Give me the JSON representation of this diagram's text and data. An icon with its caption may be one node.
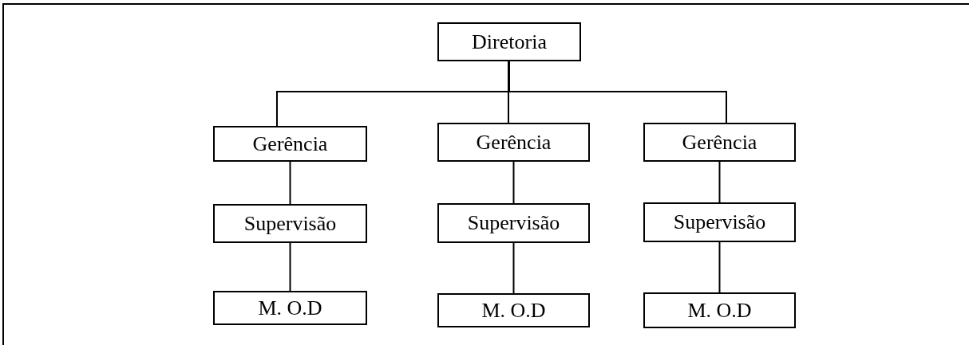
{
  "diagram": {
    "nodes": [
      {
        "text": [
          "Diretoria"
        ]
      },
      {
        "text": [
          "Gerência"
        ]
      },
      {
        "text": [
          "Gerência"
        ]
      },
      {
        "text": [
          "Gerência"
        ]
      },
      {
        "text": [
          "Supervisão"
        ]
      },
      {
        "text": [
          "Supervisão"
        ]
      },
      {
        "text": [
          "Supervisão"
        ]
      },
      {
        "text": [
          "M. O.D"
        ]
      },
      {
        "text": [
          "M. O.D"
        ]
      },
      {
        "text": [
          "M. O.D"
        ]
      }
    ],
    "edges": [
      {
        "from": 0,
        "to": 1,
        "arrow": "none"
      },
      {
        "from": 0,
        "to": 2,
        "arrow": "none"
      },
      {
        "from": 0,
        "to": 3,
        "arrow": "none"
      },
      {
        "from": 1,
        "to": 4,
        "arrow": "none"
      },
      {
        "from": 2,
        "to": 5,
        "arrow": "none"
      },
      {
        "from": 3,
        "to": 6,
        "arrow": "none"
      },
      {
        "from": 4,
        "to": 7,
        "arrow": "none"
      },
      {
        "from": 5,
        "to": 8,
        "arrow": "none"
      },
      {
        "from": 6,
        "to": 9,
        "arrow": "none"
      }
    ]
  }
}
